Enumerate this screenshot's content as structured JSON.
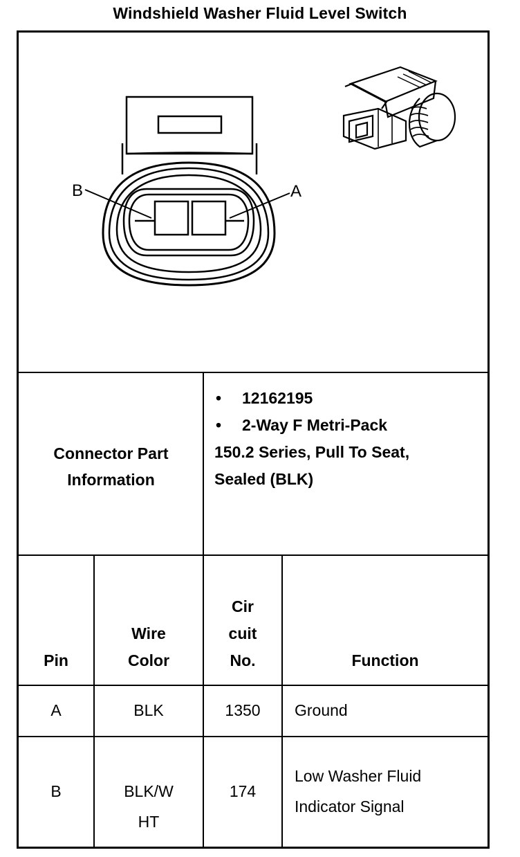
{
  "title": "Windshield Washer Fluid Level Switch",
  "diagram": {
    "pin_labels": [
      "A",
      "B"
    ]
  },
  "connector_info": {
    "label_line1": "Connector Part",
    "label_line2": "Information",
    "bullets": [
      "12162195",
      "2-Way F Metri-Pack"
    ],
    "continuation_line1": "150.2 Series, Pull To Seat,",
    "continuation_line2": "Sealed (BLK)"
  },
  "table": {
    "headers": {
      "pin": "Pin",
      "wire_line1": "Wire",
      "wire_line2": "Color",
      "circuit_line1": "Cir",
      "circuit_line2": "cuit",
      "circuit_line3": "No.",
      "function": "Function"
    },
    "rows": [
      {
        "pin": "A",
        "wire_line1": "BLK",
        "wire_line2": "",
        "circuit": "1350",
        "function_line1": "Ground",
        "function_line2": ""
      },
      {
        "pin": "B",
        "wire_line1": "BLK/W",
        "wire_line2": "HT",
        "circuit": "174",
        "function_line1": "Low Washer Fluid",
        "function_line2": "Indicator Signal"
      }
    ]
  }
}
